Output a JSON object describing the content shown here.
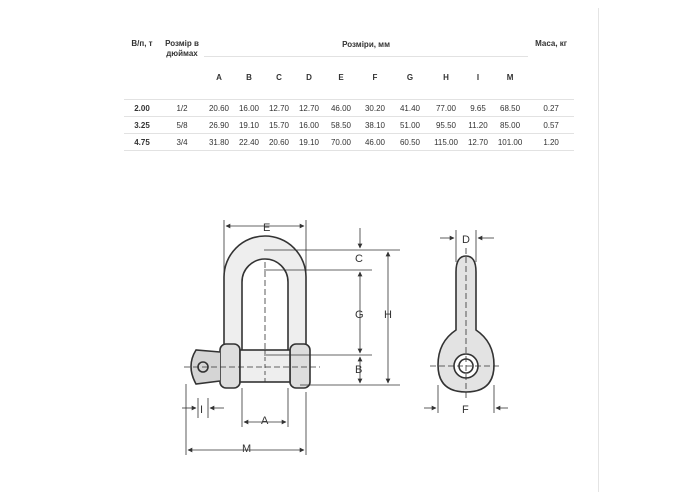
{
  "table": {
    "header": {
      "load": "В/п, т",
      "size": "Розмір в дюймах",
      "dims": "Розміри, мм",
      "mass": "Маса, кг",
      "dim_cols": [
        "A",
        "B",
        "C",
        "D",
        "E",
        "F",
        "G",
        "H",
        "I",
        "M"
      ]
    },
    "rows": [
      {
        "load": "2.00",
        "size": "1/2",
        "dims": [
          "20.60",
          "16.00",
          "12.70",
          "12.70",
          "46.00",
          "30.20",
          "41.40",
          "77.00",
          "9.65",
          "68.50"
        ],
        "mass": "0.27"
      },
      {
        "load": "3.25",
        "size": "5/8",
        "dims": [
          "26.90",
          "19.10",
          "15.70",
          "16.00",
          "58.50",
          "38.10",
          "51.00",
          "95.50",
          "11.20",
          "85.00"
        ],
        "mass": "0.57"
      },
      {
        "load": "4.75",
        "size": "3/4",
        "dims": [
          "31.80",
          "22.40",
          "20.60",
          "19.10",
          "70.00",
          "46.00",
          "60.50",
          "115.00",
          "12.70",
          "101.00"
        ],
        "mass": "1.20"
      }
    ]
  },
  "drawing": {
    "labels": {
      "A": "A",
      "B": "B",
      "C": "C",
      "D": "D",
      "E": "E",
      "F": "F",
      "G": "G",
      "H": "H",
      "I": "I",
      "M": "M"
    }
  }
}
